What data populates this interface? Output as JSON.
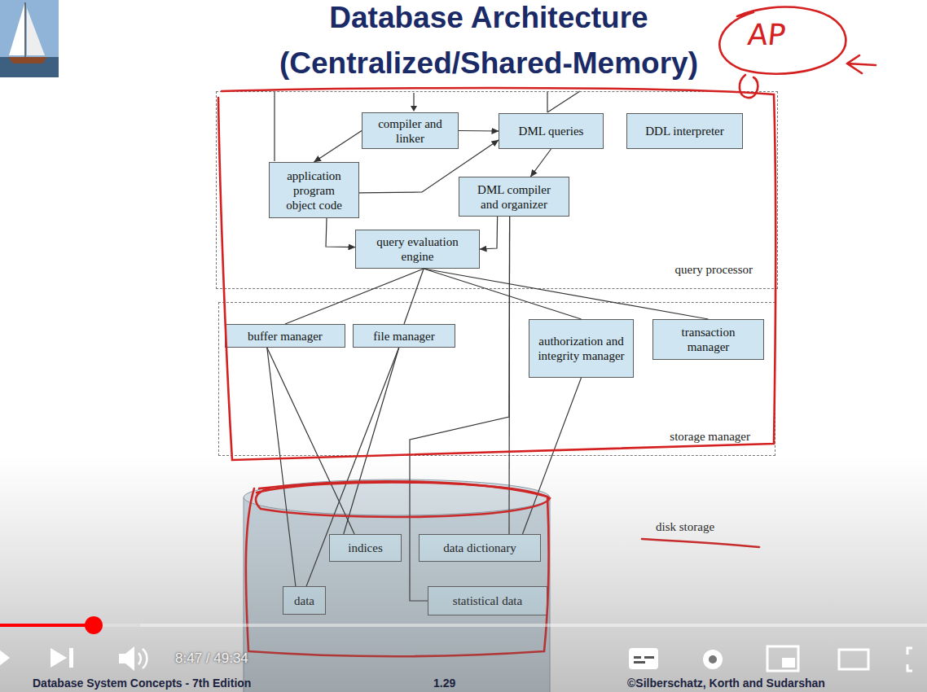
{
  "diagram": {
    "title": "Database Architecture (Centralized/Shared-Memory)",
    "nodes": [
      {
        "text": [
          "query processor"
        ]
      },
      {
        "text": [
          "compiler and linker"
        ],
        "in": 0
      },
      {
        "text": [
          "DML queries"
        ],
        "in": 0
      },
      {
        "text": [
          "DDL interpreter"
        ],
        "in": 0
      },
      {
        "text": [
          "application program object code"
        ],
        "in": 0
      },
      {
        "text": [
          "DML compiler and organizer"
        ],
        "in": 0
      },
      {
        "text": [
          "query evaluation engine"
        ],
        "in": 0
      },
      {
        "text": [
          "storage manager"
        ]
      },
      {
        "text": [
          "buffer manager"
        ],
        "in": 7
      },
      {
        "text": [
          "file manager"
        ],
        "in": 7
      },
      {
        "text": [
          "authorization and integrity manager"
        ],
        "in": 7
      },
      {
        "text": [
          "transaction manager"
        ],
        "in": 7
      },
      {
        "text": [
          "disk storage"
        ]
      },
      {
        "text": [
          "indices"
        ],
        "in": 12
      },
      {
        "text": [
          "data dictionary"
        ],
        "in": 12
      },
      {
        "text": [
          "data"
        ],
        "in": 12
      },
      {
        "text": [
          "statistical data"
        ],
        "in": 12
      }
    ],
    "edges": [
      {
        "from": 1,
        "to": 4,
        "arrow": "to"
      },
      {
        "from": 1,
        "to": 2,
        "arrow": "to"
      },
      {
        "from": 4,
        "to": 2,
        "arrow": "to"
      },
      {
        "from": 2,
        "to": 5,
        "arrow": "to"
      },
      {
        "from": 4,
        "to": 6,
        "arrow": "to"
      },
      {
        "from": 5,
        "to": 6,
        "arrow": "to"
      },
      {
        "from": 6,
        "to": 8,
        "arrow": "none"
      },
      {
        "from": 6,
        "to": 9,
        "arrow": "none"
      },
      {
        "from": 6,
        "to": 10,
        "arrow": "none"
      },
      {
        "from": 6,
        "to": 11,
        "arrow": "none"
      },
      {
        "from": 8,
        "to": 15,
        "arrow": "none"
      },
      {
        "from": 8,
        "to": 13,
        "arrow": "none"
      },
      {
        "from": 9,
        "to": 15,
        "arrow": "none"
      },
      {
        "from": 9,
        "to": 13,
        "arrow": "none"
      },
      {
        "from": 5,
        "to": 14,
        "arrow": "none"
      },
      {
        "from": 10,
        "to": 14,
        "arrow": "none"
      },
      {
        "from": 5,
        "to": 16,
        "arrow": "none"
      }
    ],
    "labels": [
      "AP",
      "8:47 / 49:34",
      "Database System Concepts - 7th Edition",
      "1.29",
      "©Silberschatz, Korth and Sudarshan"
    ]
  }
}
